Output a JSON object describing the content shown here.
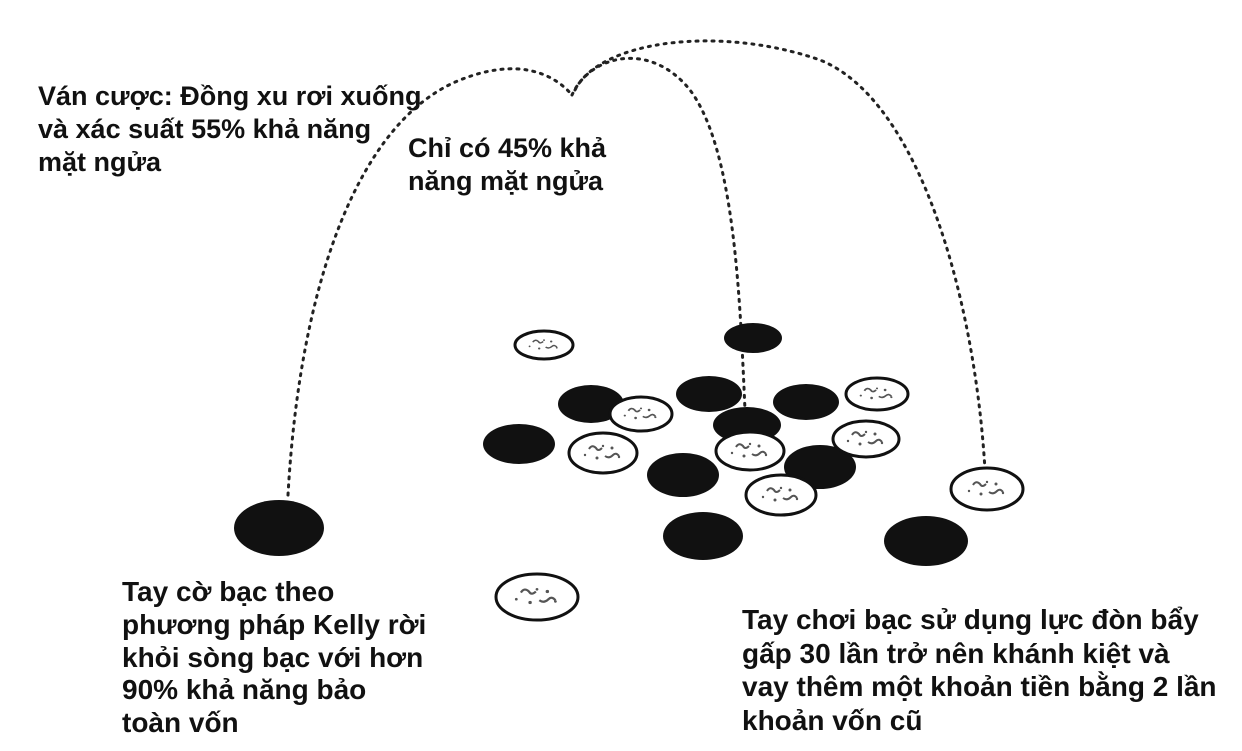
{
  "annotations": {
    "bet": [
      "Ván cược: Đồng xu rơi xuống",
      "và xác suất 55% khả năng",
      "mặt ngửa"
    ],
    "tails_odds": [
      "Chỉ có 45% khả",
      "năng mặt ngửa"
    ],
    "kelly_gambler": [
      "Tay cờ bạc theo",
      "phương pháp Kelly rời",
      "khỏi sòng bạc với hơn",
      "90% khả năng bảo",
      "toàn vốn"
    ],
    "leveraged_gambler": [
      "Tay chơi bạc sử dụng lực đòn bẩy",
      "gấp 30 lần trở nên khánh kiệt và",
      "vay thêm một khoản tiền bằng 2 lần",
      "khoản vốn cũ"
    ]
  },
  "colors": {
    "ink": "#111111",
    "coin_face": "#ffffff",
    "coin_speckle": "#555555"
  },
  "icons": {
    "heads_coin": "solid-black-ellipse",
    "tails_coin": "speckled-white-ellipse",
    "trajectory": "dotted-arc"
  },
  "coins": {
    "total": 20,
    "black": 11,
    "white": 9
  }
}
